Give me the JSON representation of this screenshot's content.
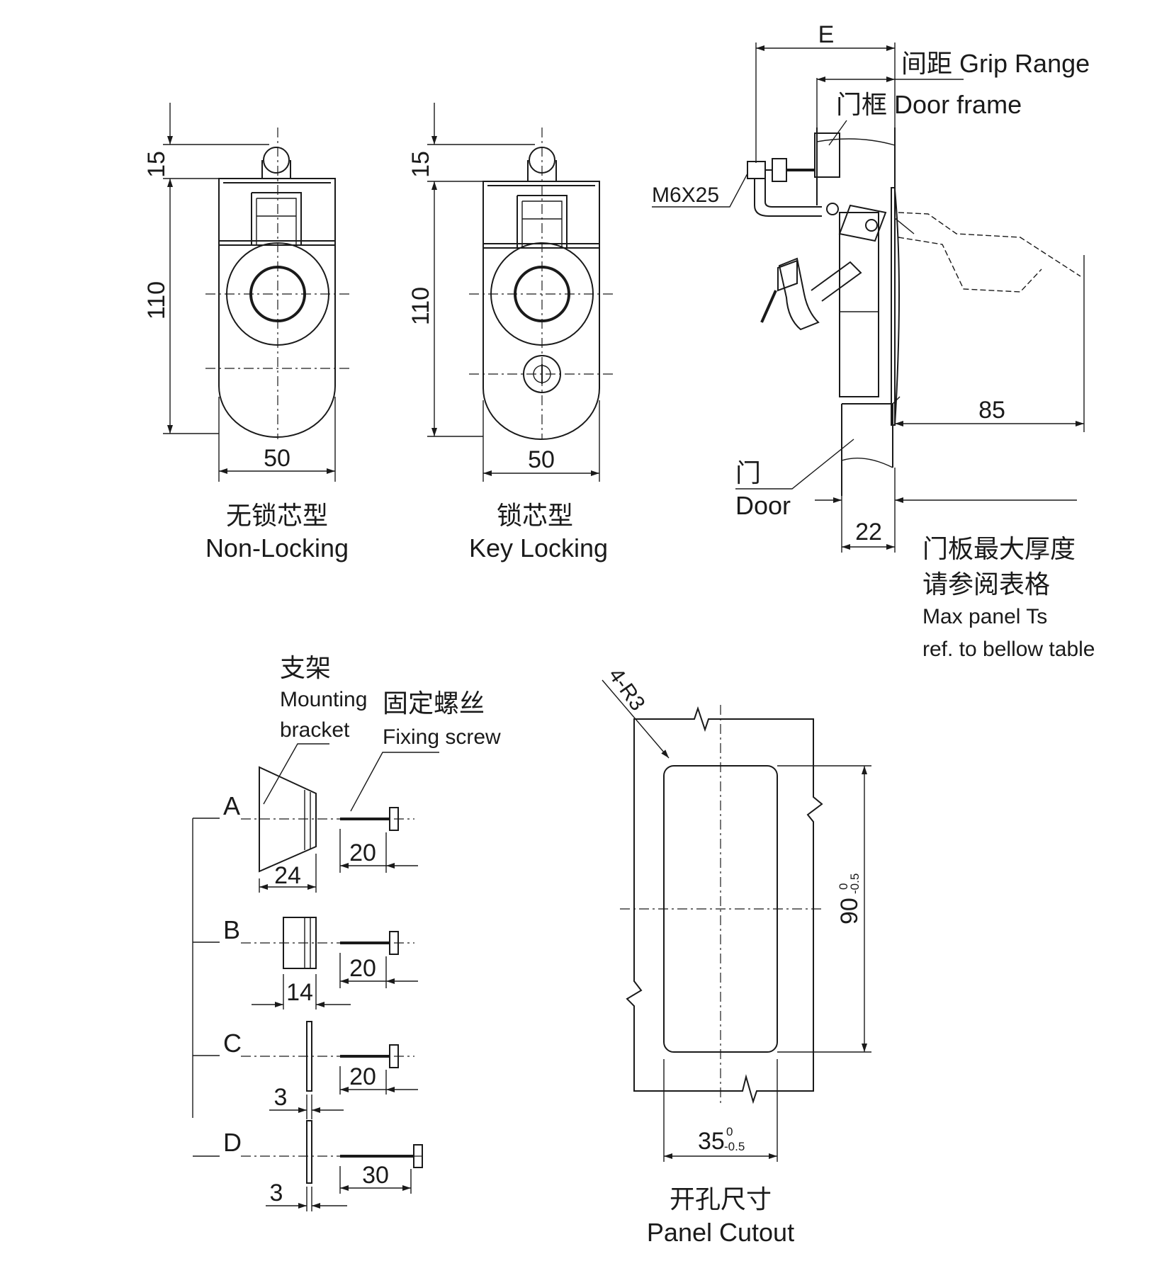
{
  "front_views": {
    "non_locking": {
      "dim_top": "15",
      "dim_height": "110",
      "dim_width": "50",
      "caption_cn": "无锁芯型",
      "caption_en": "Non-Locking"
    },
    "key_locking": {
      "dim_top": "15",
      "dim_height": "110",
      "dim_width": "50",
      "caption_cn": "锁芯型",
      "caption_en": "Key Locking"
    }
  },
  "side_view": {
    "dim_e": "E",
    "grip_range_cn": "间距",
    "grip_range_en": "Grip Range",
    "door_frame_cn": "门框",
    "door_frame_en": "Door frame",
    "bolt_label": "M6X25",
    "dim_85": "85",
    "door_cn": "门",
    "door_en": "Door",
    "dim_22": "22",
    "note_cn_1": "门板最大厚度",
    "note_cn_2": "请参阅表格",
    "note_en_1": "Max panel Ts",
    "note_en_2": "ref. to bellow table"
  },
  "brackets": {
    "bracket_cn": "支架",
    "bracket_en_1": "Mounting",
    "bracket_en_2": "bracket",
    "screw_cn": "固定螺丝",
    "screw_en": "Fixing screw",
    "rows": [
      {
        "label": "A",
        "bracket_dim": "24",
        "screw_dim": "20"
      },
      {
        "label": "B",
        "bracket_dim": "14",
        "screw_dim": "20"
      },
      {
        "label": "C",
        "bracket_dim": "3",
        "screw_dim": "20"
      },
      {
        "label": "D",
        "bracket_dim": "3",
        "screw_dim": "30"
      }
    ]
  },
  "cutout": {
    "radius_label": "4-R3",
    "height_dim": "90",
    "height_tol_top": "0",
    "height_tol_bottom": "-0.5",
    "width_dim": "35",
    "width_tol_top": "0",
    "width_tol_bottom": "-0.5",
    "caption_cn": "开孔尺寸",
    "caption_en": "Panel Cutout"
  }
}
